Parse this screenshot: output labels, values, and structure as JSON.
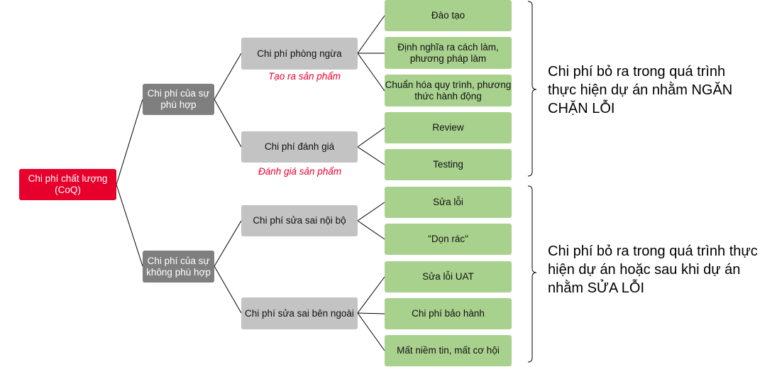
{
  "root": "Chi phí chất lượng (CoQ)",
  "branches": [
    {
      "label": "Chi phí của sự phù hợp",
      "children": [
        {
          "label": "Chi phí phòng ngừa",
          "note": "Tạo ra sản phẩm",
          "leaves": [
            "Đào tạo",
            "Định nghĩa ra cách làm, phương pháp làm",
            "Chuẩn hóa quy trình, phương thức hành động"
          ]
        },
        {
          "label": "Chi phí đánh giá",
          "note": "Đánh giá sản phẩm",
          "leaves": [
            "Review",
            "Testing"
          ]
        }
      ]
    },
    {
      "label": "Chi phí của sự không phù hợp",
      "children": [
        {
          "label": "Chi phí sửa sai nội bộ",
          "leaves": [
            "Sửa lỗi",
            "\"Dọn rác\""
          ]
        },
        {
          "label": "Chi phí sửa sai bên ngoài",
          "leaves": [
            "Sửa lỗi UAT",
            "Chi phí bảo hành",
            "Mất niềm tin, mất cơ hội"
          ]
        }
      ]
    }
  ],
  "summaries": [
    "Chi phí bỏ ra trong quá trình thực hiện dự án nhằm NGĂN CHẶN LỖI",
    "Chi phí bỏ ra trong quá trình thực hiện dự án hoặc sau khi dự án nhằm SỬA LỖI"
  ],
  "colors": {
    "root": "#e8002d",
    "level1": "#7f7f7f",
    "level2": "#c3c3c3",
    "leaf": "#a9d18e",
    "note": "#e8002d"
  }
}
